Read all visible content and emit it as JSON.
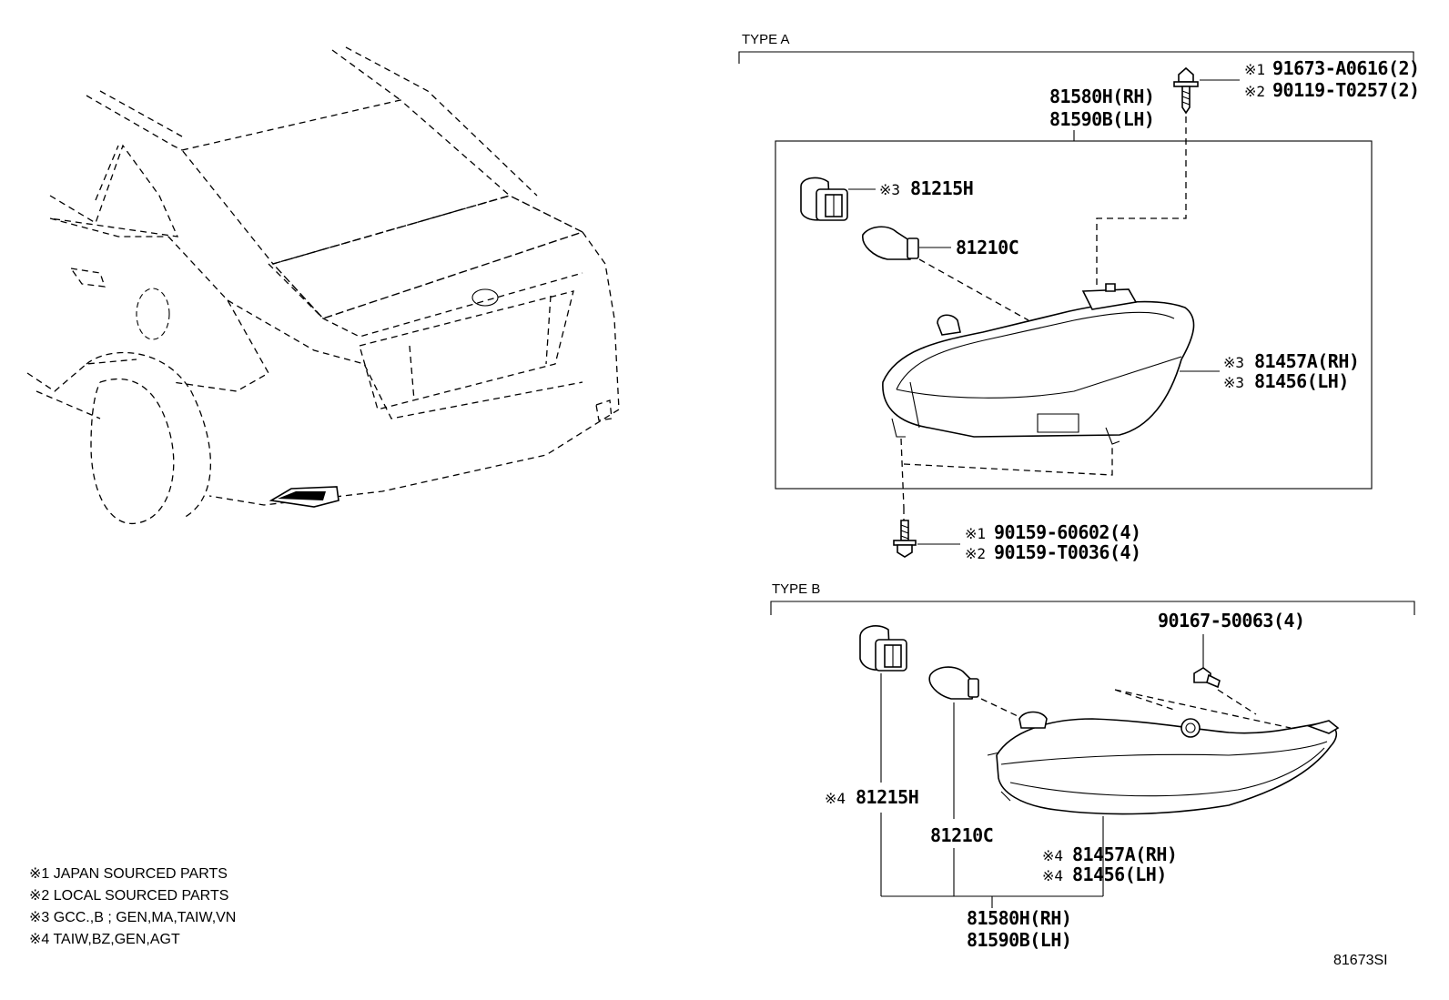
{
  "type_a": {
    "header": "TYPE A",
    "assembly": [
      "81580H(RH)",
      "81590B(LH)"
    ],
    "socket": {
      "mark": "※3",
      "part": "81215H"
    },
    "bulb": "81210C",
    "lens": [
      {
        "mark": "※3",
        "part": "81457A(RH)"
      },
      {
        "mark": "※3",
        "part": "81456(LH)"
      }
    ],
    "top_screw": [
      {
        "mark": "※1",
        "part": "91673-A0616(2)"
      },
      {
        "mark": "※2",
        "part": "90119-T0257(2)"
      }
    ],
    "bottom_screw": [
      {
        "mark": "※1",
        "part": "90159-60602(4)"
      },
      {
        "mark": "※2",
        "part": "90159-T0036(4)"
      }
    ]
  },
  "type_b": {
    "header": "TYPE B",
    "screw": "90167-50063(4)",
    "socket": {
      "mark": "※4",
      "part": "81215H"
    },
    "bulb": "81210C",
    "lens": [
      {
        "mark": "※4",
        "part": "81457A(RH)"
      },
      {
        "mark": "※4",
        "part": "81456(LH)"
      }
    ],
    "assembly": [
      "81580H(RH)",
      "81590B(LH)"
    ]
  },
  "notes": [
    "※1 JAPAN SOURCED PARTS",
    "※2 LOCAL SOURCED PARTS",
    "※3 GCC.,B ; GEN,MA,TAIW,VN",
    "※4 TAIW,BZ,GEN,AGT"
  ],
  "figure_id": "81673SI"
}
